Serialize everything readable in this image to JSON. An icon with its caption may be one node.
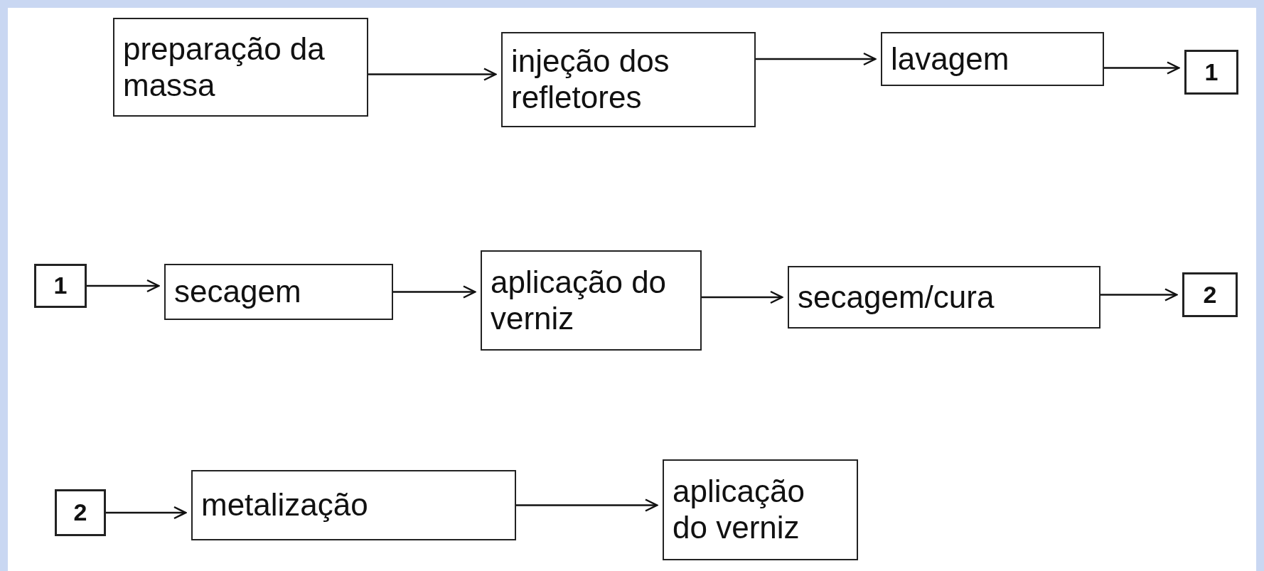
{
  "diagram": {
    "nodes": [
      {
        "text": [
          "preparação da massa"
        ]
      },
      {
        "text": [
          "injeção dos refletores"
        ]
      },
      {
        "text": [
          "lavagem"
        ]
      },
      {
        "text": [
          "1"
        ]
      },
      {
        "text": [
          "1"
        ]
      },
      {
        "text": [
          "secagem"
        ]
      },
      {
        "text": [
          "aplicação do verniz"
        ]
      },
      {
        "text": [
          "secagem/cura"
        ]
      },
      {
        "text": [
          "2"
        ]
      },
      {
        "text": [
          "2"
        ]
      },
      {
        "text": [
          "metalização"
        ]
      },
      {
        "text": [
          "aplicação do verniz"
        ]
      }
    ],
    "edges": [
      {
        "from": 0,
        "to": 1,
        "arrow": "to"
      },
      {
        "from": 1,
        "to": 2,
        "arrow": "to"
      },
      {
        "from": 2,
        "to": 3,
        "arrow": "to"
      },
      {
        "from": 4,
        "to": 5,
        "arrow": "to"
      },
      {
        "from": 5,
        "to": 6,
        "arrow": "to"
      },
      {
        "from": 6,
        "to": 7,
        "arrow": "to"
      },
      {
        "from": 7,
        "to": 8,
        "arrow": "to"
      },
      {
        "from": 9,
        "to": 10,
        "arrow": "to"
      },
      {
        "from": 10,
        "to": 11,
        "arrow": "to"
      }
    ]
  }
}
